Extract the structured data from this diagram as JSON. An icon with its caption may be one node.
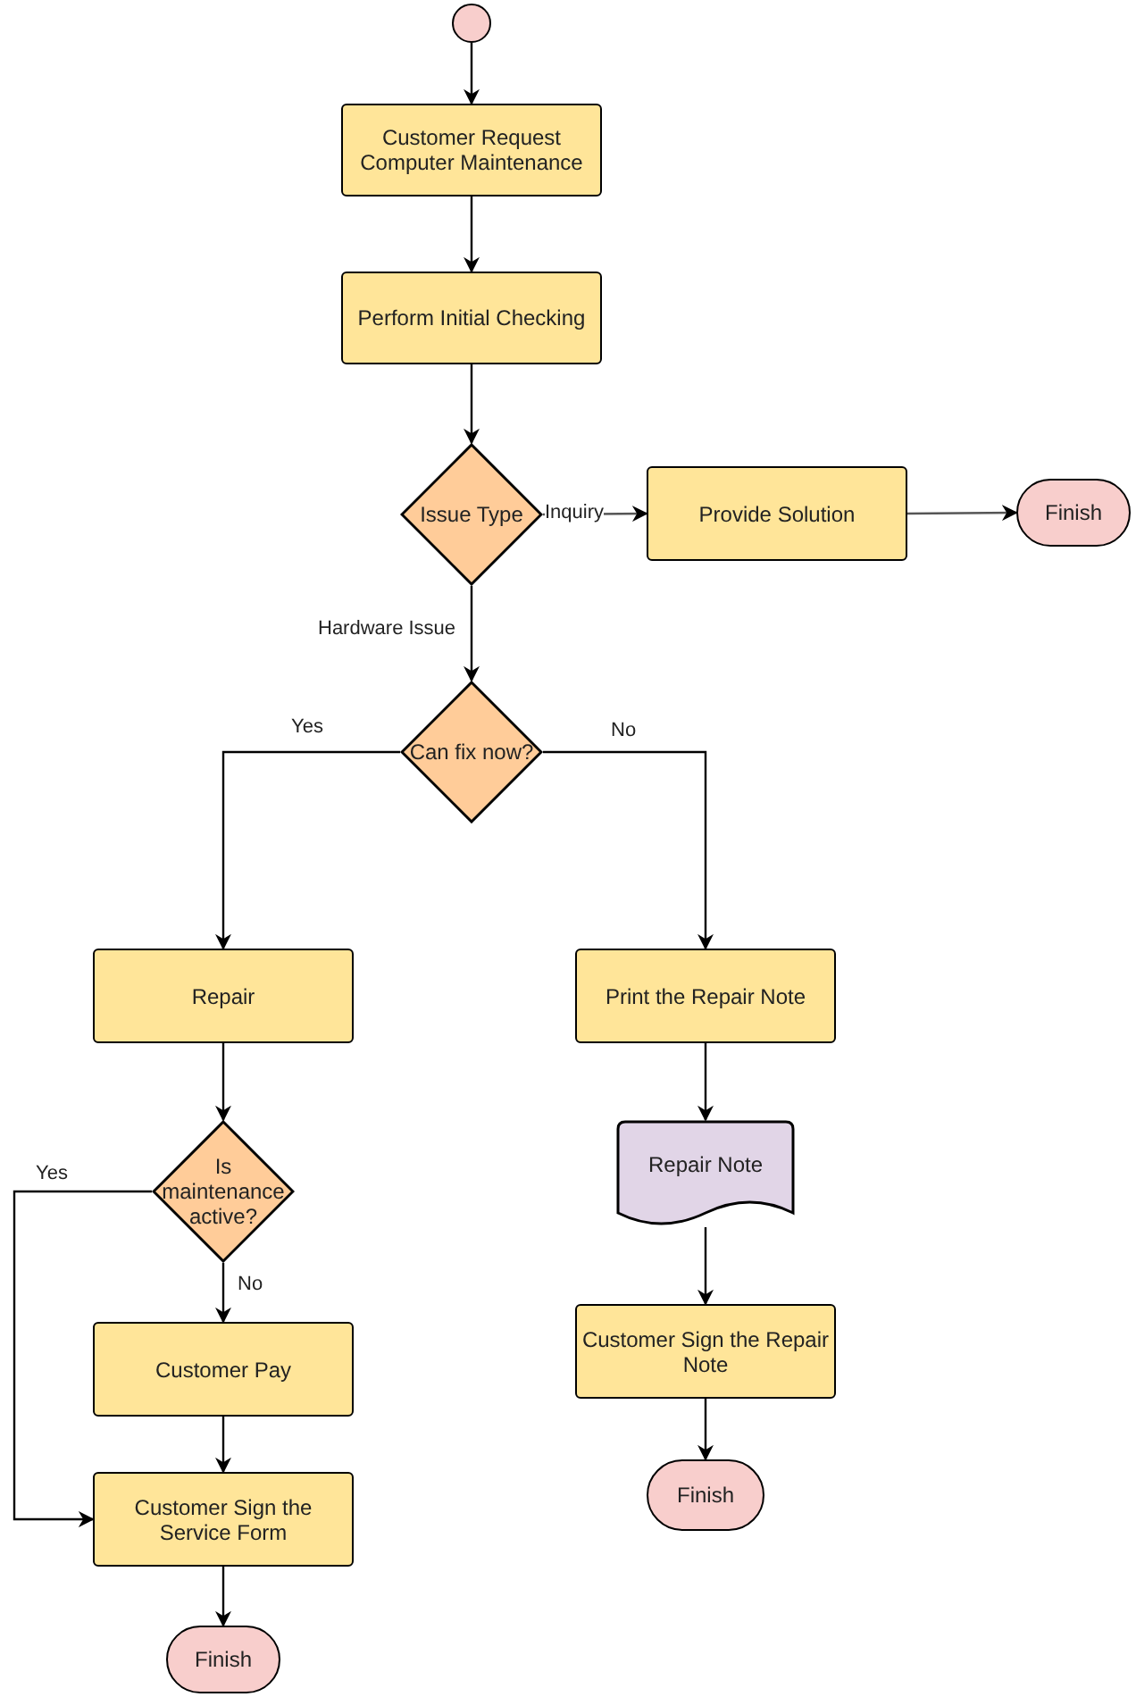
{
  "diagram": {
    "nodes": [
      {
        "text": [],
        "shape": "circle"
      },
      {
        "text": [
          "Customer Request Computer Maintenance"
        ]
      },
      {
        "text": [
          "Perform Initial Checking"
        ]
      },
      {
        "text": [
          "Issue Type"
        ]
      },
      {
        "text": [
          "Provide Solution"
        ]
      },
      {
        "text": [
          "Finish"
        ]
      },
      {
        "text": [
          "Can fix now?"
        ]
      },
      {
        "text": [
          "Repair"
        ]
      },
      {
        "text": [
          "Print the Repair Note"
        ]
      },
      {
        "text": [
          "Is maintenance active?"
        ]
      },
      {
        "text": [
          "Repair Note"
        ]
      },
      {
        "text": [
          "Customer Pay"
        ]
      },
      {
        "text": [
          "Customer Sign the Repair Note"
        ]
      },
      {
        "text": [
          "Customer Sign the Service Form"
        ]
      },
      {
        "text": [
          "Finish"
        ]
      },
      {
        "text": [
          "Finish"
        ]
      }
    ],
    "edges": [
      {
        "from": 0,
        "to": 1,
        "arrow": "to"
      },
      {
        "from": 1,
        "to": 2,
        "arrow": "to"
      },
      {
        "from": 2,
        "to": 3,
        "arrow": "to"
      },
      {
        "from": 3,
        "to": 4,
        "arrow": "to",
        "label": "Inquiry"
      },
      {
        "from": 4,
        "to": 5,
        "arrow": "to"
      },
      {
        "from": 3,
        "to": 6,
        "arrow": "to",
        "label": "Hardware Issue"
      },
      {
        "from": 6,
        "to": 7,
        "arrow": "to",
        "label": "Yes"
      },
      {
        "from": 6,
        "to": 8,
        "arrow": "to",
        "label": "No"
      },
      {
        "from": 7,
        "to": 9,
        "arrow": "to"
      },
      {
        "from": 9,
        "to": 11,
        "arrow": "to",
        "label": "No"
      },
      {
        "from": 9,
        "to": 13,
        "arrow": "to",
        "label": "Yes"
      },
      {
        "from": 8,
        "to": 10,
        "arrow": "to"
      },
      {
        "from": 10,
        "to": 12,
        "arrow": "to"
      },
      {
        "from": 12,
        "to": 14,
        "arrow": "to"
      },
      {
        "from": 11,
        "to": 13,
        "arrow": "to"
      },
      {
        "from": 13,
        "to": 15,
        "arrow": "to"
      }
    ]
  }
}
